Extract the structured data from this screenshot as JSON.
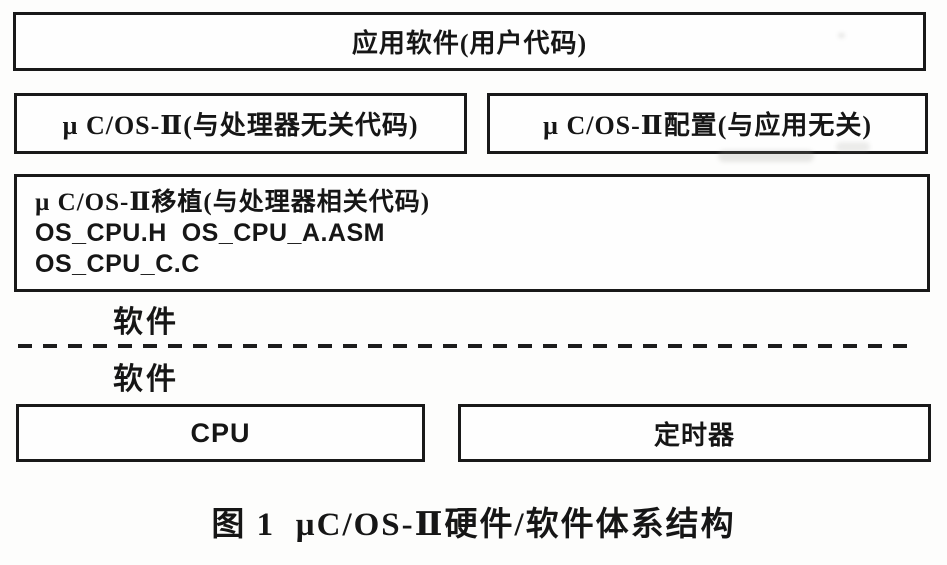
{
  "colors": {
    "ink": "#161616",
    "background": "#fdfdfc",
    "border": "#191919"
  },
  "diagram": {
    "app_box": "应用软件(用户代码)",
    "kernel_box": "µ C/OS-Ⅱ(与处理器无关代码)",
    "config_box": "µ C/OS-Ⅱ配置(与应用无关)",
    "port_box_line1": "µ C/OS-Ⅱ移植(与处理器相关代码)",
    "port_box_line2": "OS_CPU.H  OS_CPU_A.ASM",
    "port_box_line3": "OS_CPU_C.C",
    "software_label_top": "软件",
    "software_label_bottom": "软件",
    "cpu_box": "CPU",
    "timer_box": "定时器",
    "caption": "图 1  µC/OS-Ⅱ硬件/软件体系结构"
  }
}
